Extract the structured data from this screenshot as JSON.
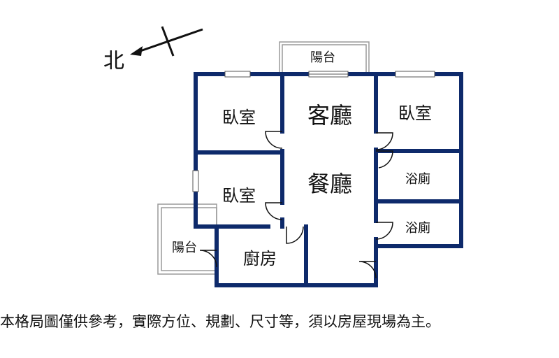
{
  "compass": {
    "north_label": "北",
    "icon": "north-arrow-icon"
  },
  "rooms": {
    "living_room": "客廳",
    "dining_room": "餐廳",
    "bedroom_nw": "臥室",
    "bedroom_ne": "臥室",
    "bedroom_w": "臥室",
    "bathroom_1": "浴廁",
    "bathroom_2": "浴廁",
    "kitchen": "廚房",
    "balcony_top": "陽台",
    "balcony_left": "陽台"
  },
  "disclaimer": "本格局圖僅供參考，實際方位、規劃、尺寸等，須以房屋現場為主。",
  "colors": {
    "wall": "#0e2a6b",
    "balcony": "#9a9a9a",
    "text": "#111111"
  }
}
